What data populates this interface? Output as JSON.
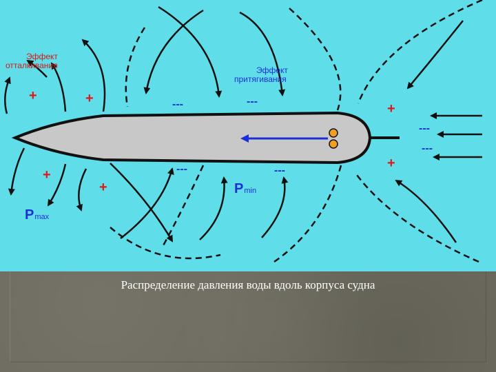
{
  "diagram": {
    "label_repulsion": [
      "Эффект",
      "отталкивания"
    ],
    "label_attraction": [
      "Эффект",
      "притягивания"
    ],
    "p_max": {
      "main": "P",
      "sub": "max"
    },
    "p_min": {
      "main": "P",
      "sub": "min"
    },
    "plus_sign": "+",
    "minus_sign": "---",
    "colors": {
      "water": "#5fdde8",
      "hull": "#c8c8c8",
      "arrow_blue": "#1c2fd6",
      "propeller": "#f0a020",
      "plus_red": "#e01818",
      "ink": "#111111"
    }
  },
  "caption": "Распределение давления воды вдоль корпуса судна"
}
